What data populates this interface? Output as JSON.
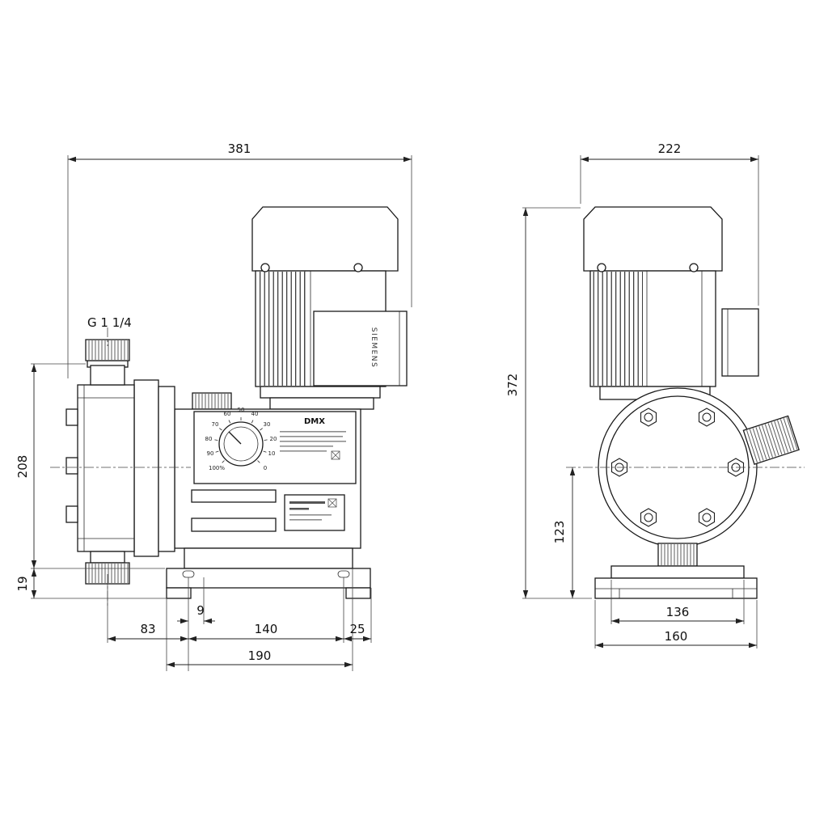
{
  "page": {
    "background": "#ffffff",
    "line_color": "#1a1a1a"
  },
  "views": {
    "side": {
      "thread_label": "G 1 1/4",
      "model_label": "DMX",
      "motor_label": "SIEMENS",
      "dial_labels": [
        "100%",
        "90",
        "80",
        "70",
        "60",
        "50",
        "40",
        "30",
        "20",
        "10",
        "0"
      ],
      "dims": {
        "overall_width": "381",
        "height_to_base": "208",
        "base_height": "19",
        "slot_offset": "9",
        "conn_to_slot": "83",
        "slot_spacing": "140",
        "slot_to_edge": "25",
        "base_width": "190"
      }
    },
    "front": {
      "dims": {
        "overall_depth": "222",
        "overall_height": "372",
        "center_height": "123",
        "pedestal_width": "136",
        "base_width": "160"
      }
    }
  }
}
